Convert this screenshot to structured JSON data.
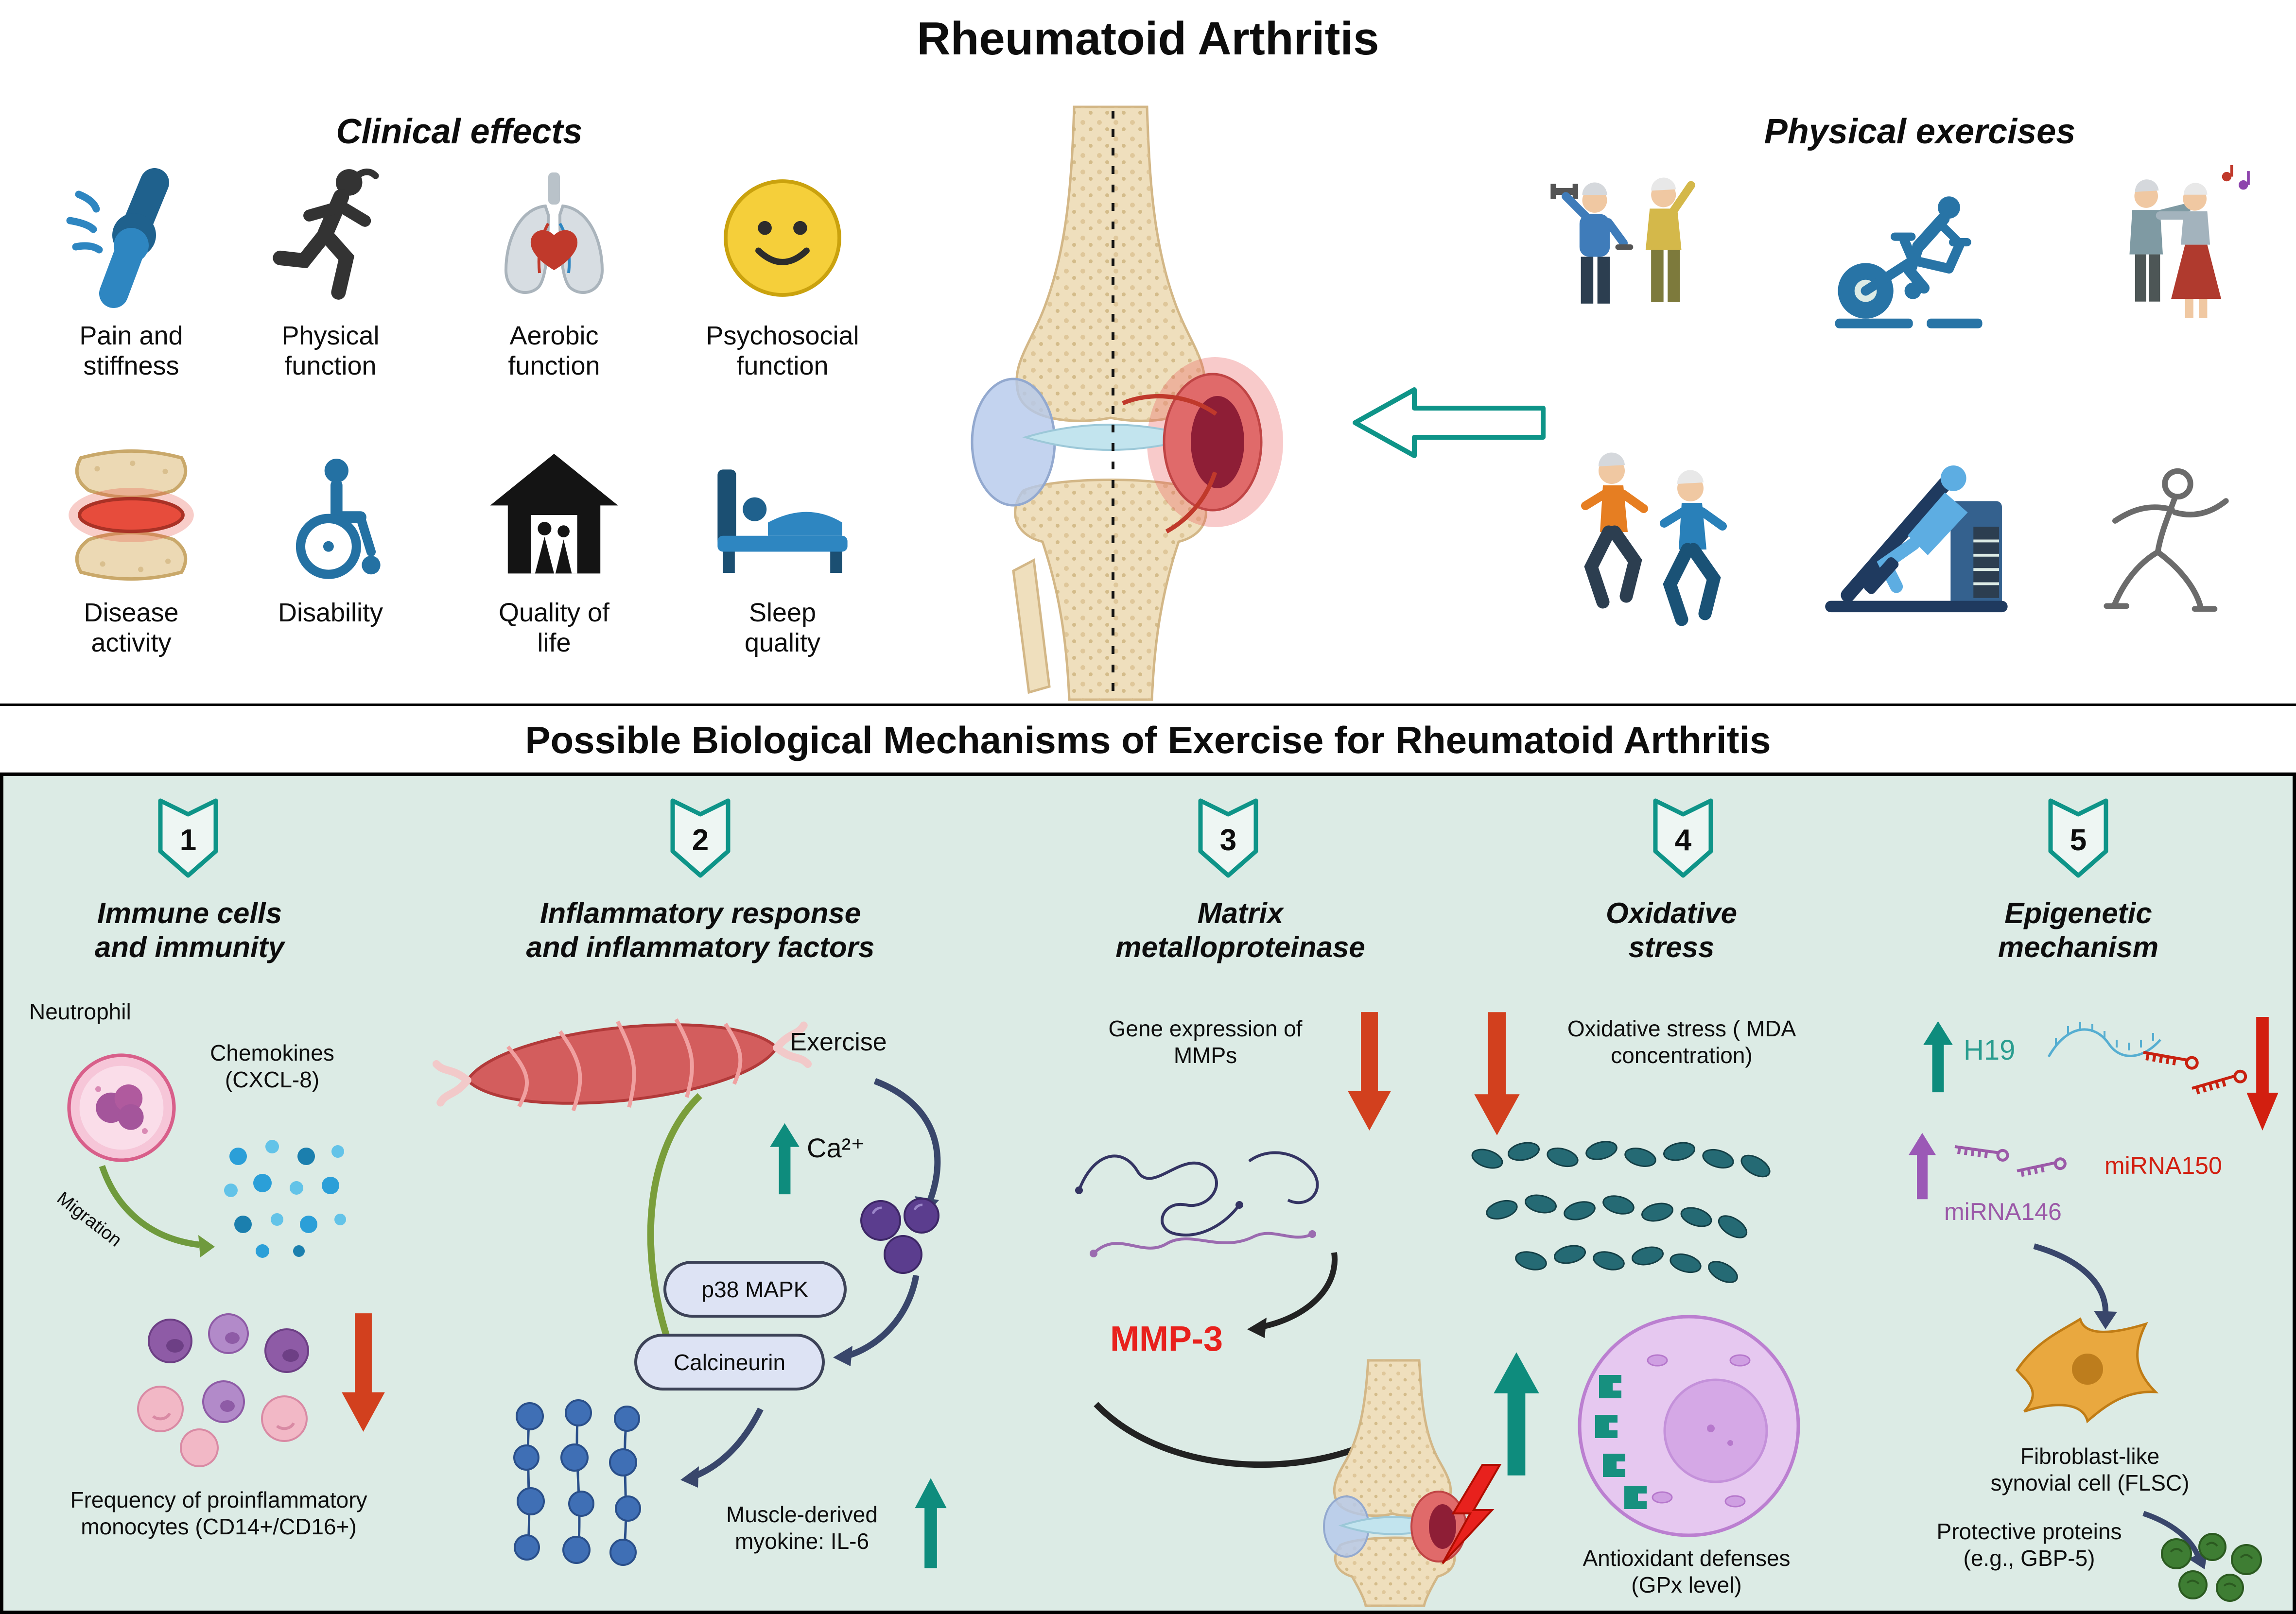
{
  "title": "Rheumatoid Arthritis",
  "clinical": {
    "heading": "Clinical effects",
    "items": [
      {
        "label": "Pain and stiffness"
      },
      {
        "label": "Physical function"
      },
      {
        "label": "Aerobic function"
      },
      {
        "label": "Psychosocial function"
      },
      {
        "label": "Disease activity"
      },
      {
        "label": "Disability"
      },
      {
        "label": "Quality of life"
      },
      {
        "label": "Sleep quality"
      }
    ]
  },
  "exercises": {
    "heading": "Physical exercises"
  },
  "mechanisms": {
    "title": "Possible Biological Mechanisms of Exercise for Rheumatoid Arthritis",
    "columns": [
      {
        "number": "1",
        "heading_lines": [
          "Immune cells",
          "and immunity"
        ],
        "labels": {
          "neutrophil": "Neutrophil",
          "chemokines": "Chemokines (CXCL-8)",
          "migration": "Migration",
          "frequency": "Frequency of proinflammatory monocytes (CD14+/CD16+)"
        }
      },
      {
        "number": "2",
        "heading_lines": [
          "Inflammatory response",
          "and inflammatory factors"
        ],
        "labels": {
          "exercise": "Exercise",
          "ca": "Ca²⁺",
          "p38": "p38 MAPK",
          "calcineurin": "Calcineurin",
          "myokine": "Muscle-derived myokine: IL-6"
        }
      },
      {
        "number": "3",
        "heading_lines": [
          "Matrix",
          "metalloproteinase"
        ],
        "labels": {
          "gene": "Gene expression of MMPs",
          "mmp3": "MMP-3"
        }
      },
      {
        "number": "4",
        "heading_lines": [
          "Oxidative",
          "stress"
        ],
        "labels": {
          "oxidative": "Oxidative stress ( MDA concentration)",
          "antioxidant": "Antioxidant defenses (GPx level)"
        }
      },
      {
        "number": "5",
        "heading_lines": [
          "Epigenetic",
          "mechanism"
        ],
        "labels": {
          "h19": "H19",
          "mirna146": "miRNA146",
          "mirna150": "miRNA150",
          "flsc": "Fibroblast-like synovial cell (FLSC)",
          "protective": "Protective proteins (e.g., GBP-5)"
        }
      }
    ]
  },
  "colors": {
    "teal_accent": "#0e8c7d",
    "panel_bg": "#dcebe5",
    "red_arrow": "#d2401e",
    "bright_red": "#e8211d",
    "purple_arrow": "#9b59b6",
    "navy_arrow": "#39466b",
    "green_arrow": "#7a9e3b",
    "h19_teal": "#2a9d8f",
    "mirna146_purple": "#9b59a8",
    "mirna150_red": "#d21f10"
  }
}
